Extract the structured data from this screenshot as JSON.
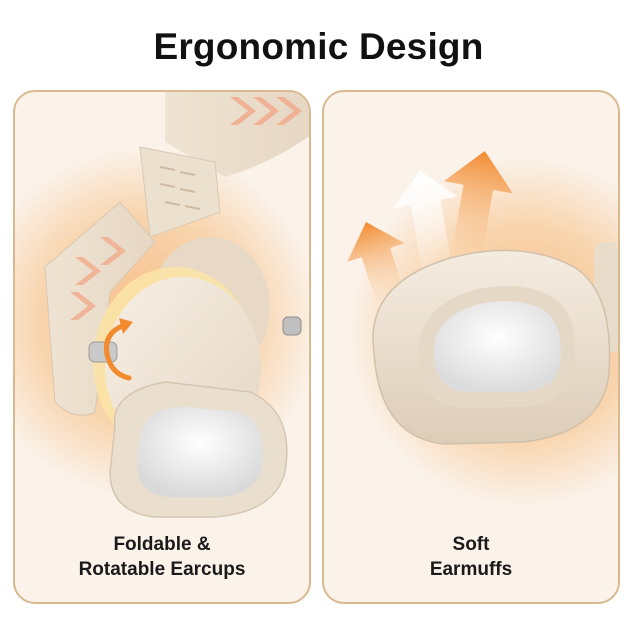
{
  "title": "Ergonomic Design",
  "panels": [
    {
      "caption_line1": "Foldable &",
      "caption_line2": "Rotatable Earcups",
      "icon": "rotate-arrow-icon"
    },
    {
      "caption_line1": "Soft",
      "caption_line2": "Earmuffs",
      "icon": "upward-arrows-icon"
    }
  ],
  "colors": {
    "accent": "#f28a2e",
    "border": "#d9b98f",
    "cream": "#f1e6d8",
    "glow": "#f6c98a"
  }
}
